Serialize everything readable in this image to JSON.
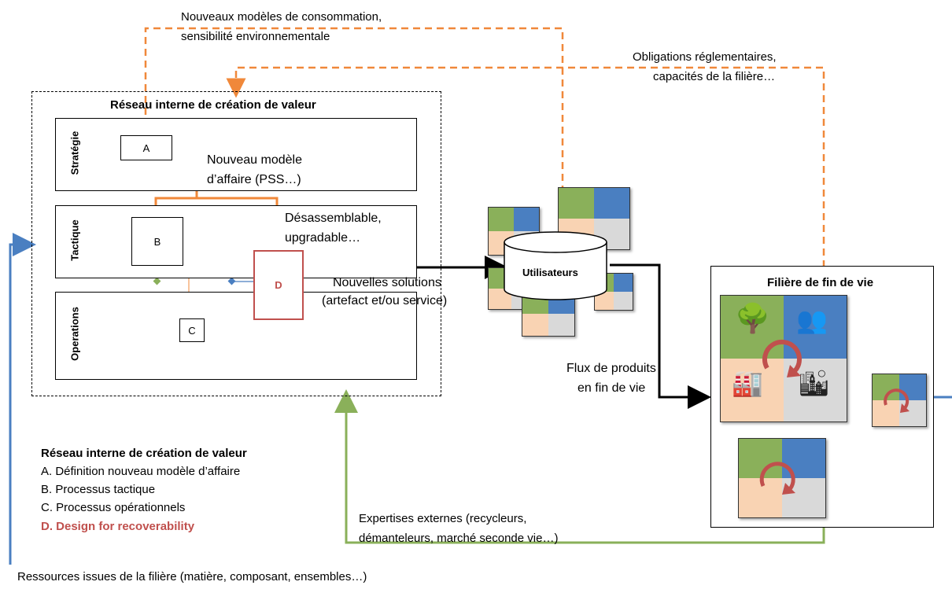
{
  "top_labels": {
    "consumption_line1": "Nouveaux modèles de consommation,",
    "consumption_line2": "sensibilité environnementale",
    "regulatory_line1": "Obligations réglementaires,",
    "regulatory_line2": "capacités de la filière…"
  },
  "internal_network": {
    "title": "Réseau interne de création de valeur",
    "levels": [
      "Stratégie",
      "Tactique",
      "Operations"
    ],
    "nodes": {
      "a": "A",
      "b": "B",
      "c": "C",
      "d": "D"
    },
    "business_model_line1": "Nouveau modèle",
    "business_model_line2": "d’affaire (PSS…)",
    "disassembly_line1": "Désassemblable,",
    "disassembly_line2": "upgradable…"
  },
  "flows": {
    "solutions_line1": "Nouvelles solutions",
    "solutions_line2": "(artefact et/ou service)",
    "eol_flow_line1": "Flux de produits",
    "eol_flow_line2": "en fin de vie",
    "expertise_line1": "Expertises externes (recycleurs,",
    "expertise_line2": "démanteleurs, marché seconde vie…)",
    "resources": "Ressources issues de la  filière (matière, composant, ensembles…)"
  },
  "users": {
    "label": "Utilisateurs"
  },
  "end_of_life": {
    "title": "Filière de fin de vie"
  },
  "legend": {
    "title": "Réseau interne de création de valeur",
    "items": [
      "A. Définition nouveau modèle d’affaire",
      "B. Processus tactique",
      "C. Processus opérationnels"
    ],
    "highlight": "D. Design for recoverability"
  },
  "colors": {
    "orange": "#f0883a",
    "blue": "#4a7fc1",
    "green": "#8ab05a",
    "red": "#c0504d",
    "black": "#000000"
  },
  "icons": {
    "tile_quadrants": [
      "tree-rain-icon",
      "people-icon",
      "factory-icon",
      "city-icon"
    ],
    "cycle": "circular-arrow-icon"
  }
}
